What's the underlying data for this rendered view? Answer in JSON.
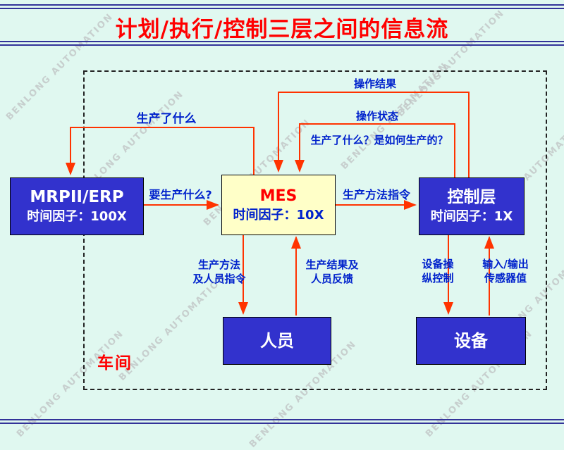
{
  "title": "计划/执行/控制三层之间的信息流",
  "watermark": {
    "text": "BENLONG AUTOMATION"
  },
  "colors": {
    "background": "#E0F8F0",
    "title_red": "#FF0000",
    "box_blue": "#3232CD",
    "mes_yellow": "#FFFFC8",
    "arrow_red": "#FF3300",
    "label_blue": "#0022CC",
    "rule_navy": "#333399"
  },
  "boxes": {
    "mrp_erp": {
      "name": "MRPII/ERP",
      "time_factor": "时间因子：100X"
    },
    "mes": {
      "name": "MES",
      "time_factor": "时间因子：10X"
    },
    "control": {
      "name": "控制层",
      "time_factor": "时间因子：1X"
    },
    "personnel": {
      "name": "人员"
    },
    "equipment": {
      "name": "设备"
    }
  },
  "flow_labels": {
    "operation_result": "操作结果",
    "operation_status": "操作状态",
    "what_produced": "生产了什么",
    "what_and_how_produced": "生产了什么？是如何生产的？",
    "what_to_produce": "要生产什么?",
    "production_method_cmd": "生产方法指令",
    "method_and_personnel_cmd": "生产方法\n及人员指令",
    "result_and_feedback": "生产结果及\n人员反馈",
    "equipment_operation_control": "设备操\n纵控制",
    "io_sensor_values": "输入/输出\n传感器值",
    "workshop": "车间"
  }
}
